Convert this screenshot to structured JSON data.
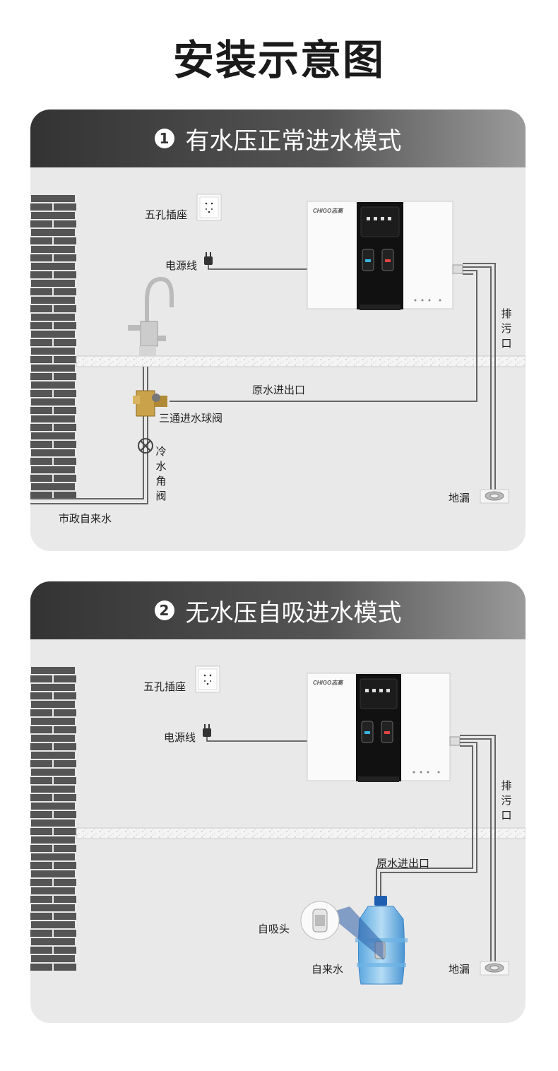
{
  "page_title": "安装示意图",
  "panels": [
    {
      "number": "1",
      "heading": "有水压正常进水模式",
      "labels": {
        "socket": "五孔插座",
        "power_cord": "电源线",
        "raw_water_port": "原水进出口",
        "tee_valve": "三通进水球阀",
        "cold_angle_valve": [
          "冷",
          "水",
          "角",
          "阀"
        ],
        "municipal_water": "市政自来水",
        "drain_outlet": [
          "排",
          "污",
          "口"
        ],
        "floor_drain": "地漏"
      }
    },
    {
      "number": "2",
      "heading": "无水压自吸进水模式",
      "labels": {
        "socket": "五孔插座",
        "power_cord": "电源线",
        "raw_water_port": "原水进出口",
        "self_priming_head": "自吸头",
        "tap_water": "自来水",
        "drain_outlet": [
          "排",
          "污",
          "口"
        ],
        "floor_drain": "地漏"
      }
    }
  ],
  "brand_logo": "CHIGO志高",
  "colors": {
    "heading_dark": "#333333",
    "panel_bg": "#e9e9e9",
    "brick": "#555555",
    "pipe": "#666666"
  }
}
